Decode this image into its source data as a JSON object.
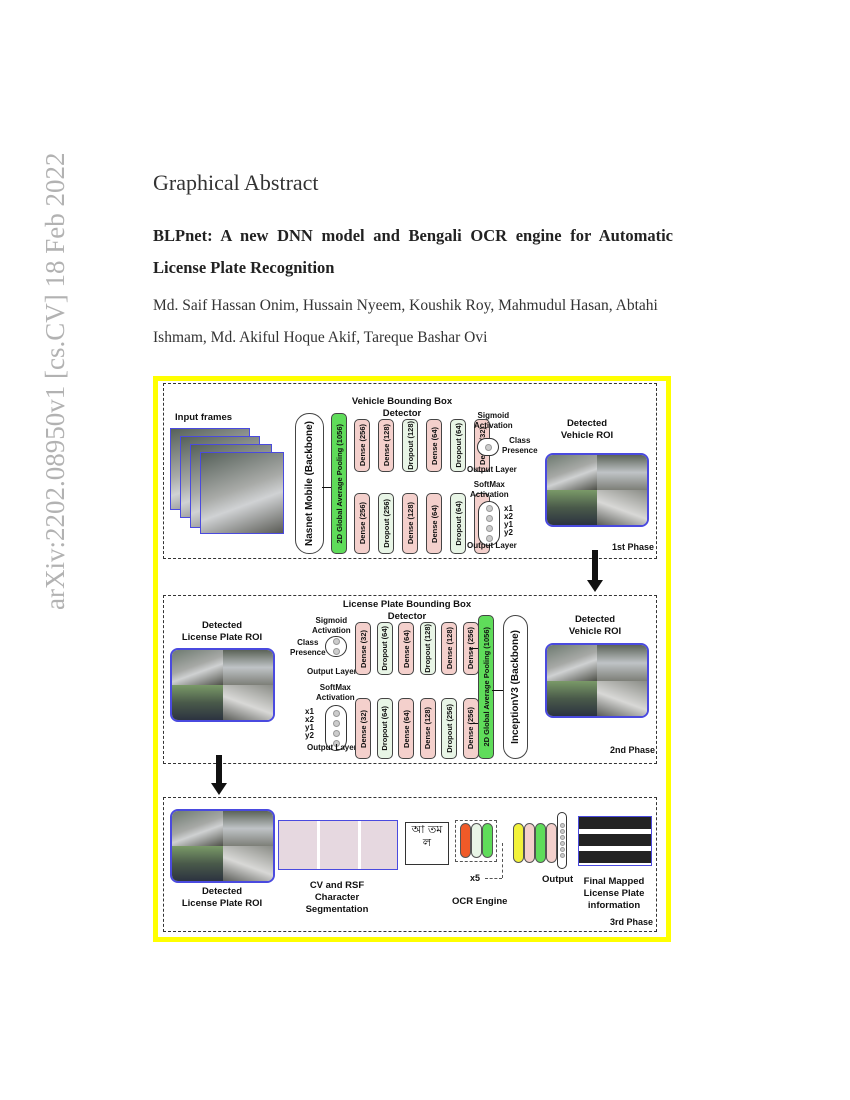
{
  "header": {
    "section_title": "Graphical Abstract",
    "paper_title": "BLPnet: A new DNN model and Bengali OCR engine for Automatic License Plate Recognition",
    "authors": "Md. Saif Hassan Onim, Hussain Nyeem, Koushik Roy, Mahmudul Hasan, Abtahi Ishmam, Md. Akiful Hoque Akif, Tareque Bashar Ovi"
  },
  "stamp": "arXiv:2202.08950v1 [cs.CV] 18 Feb 2022",
  "colors": {
    "frame_border": "#ffff00",
    "dense": "#f4d0cc",
    "dropout": "#e8f5e6",
    "pooling": "#5fdc5a",
    "photo_border": "#4a4adf"
  },
  "phase1": {
    "input_label": "Input frames",
    "detector_title": [
      "Vehicle Bounding Box",
      "Detector"
    ],
    "backbone": "Nasnet Mobile (Backbone)",
    "pooling": "2D Global Average Pooling (1056)",
    "top_layers": [
      "Dense (256)",
      "Dense (128)",
      "Dropout (128)",
      "Dense (64)",
      "Dropout (64)",
      "Dense (32)"
    ],
    "bottom_layers": [
      "Dense (256)",
      "Dropout (256)",
      "Dense (128)",
      "Dense (64)",
      "Dropout (64)",
      "Dense (32)"
    ],
    "sigmoid": [
      "Sigmoid",
      "Activation"
    ],
    "class_presence": [
      "Class",
      "Presence"
    ],
    "output_layer": "Output Layer",
    "softmax": [
      "SoftMax",
      "Activation"
    ],
    "coords": [
      "x1",
      "x2",
      "y1",
      "y2"
    ],
    "roi_label": [
      "Detected",
      "Vehicle ROI"
    ],
    "phase_label": "1st Phase"
  },
  "phase2": {
    "roi_in_label": [
      "Detected",
      "Vehicle ROI"
    ],
    "detector_title": [
      "License Plate Bounding Box",
      "Detector"
    ],
    "backbone": "InceptionV3 (Backbone)",
    "pooling": "2D Global Average Pooling (1056)",
    "top_layers": [
      "Dense (32)",
      "Dropout (64)",
      "Dense (64)",
      "Dropout (128)",
      "Dense (128)",
      "Dense (256)"
    ],
    "bottom_layers": [
      "Dense (32)",
      "Dropout (64)",
      "Dense (64)",
      "Dense (128)",
      "Dropout (256)",
      "Dense (256)"
    ],
    "sigmoid": [
      "Sigmoid",
      "Activation"
    ],
    "class_presence": [
      "Class",
      "Presence"
    ],
    "output_layer": "Output Layer",
    "softmax": [
      "SoftMax",
      "Activation"
    ],
    "coords": [
      "x1",
      "x2",
      "y1",
      "y2"
    ],
    "roi_out_label": [
      "Detected",
      "License Plate ROI"
    ],
    "phase_label": "2nd Phase"
  },
  "phase3": {
    "roi_label": [
      "Detected",
      "License Plate ROI"
    ],
    "seg_label": [
      "CV and RSF",
      "Character",
      "Segmentation"
    ],
    "ocr_glyphs": "আ তম ল",
    "repeat": "x5",
    "ocr_label": "OCR Engine",
    "output_label": "Output",
    "final_label": [
      "Final Mapped",
      "License Plate",
      "information"
    ],
    "phase_label": "3rd Phase"
  }
}
